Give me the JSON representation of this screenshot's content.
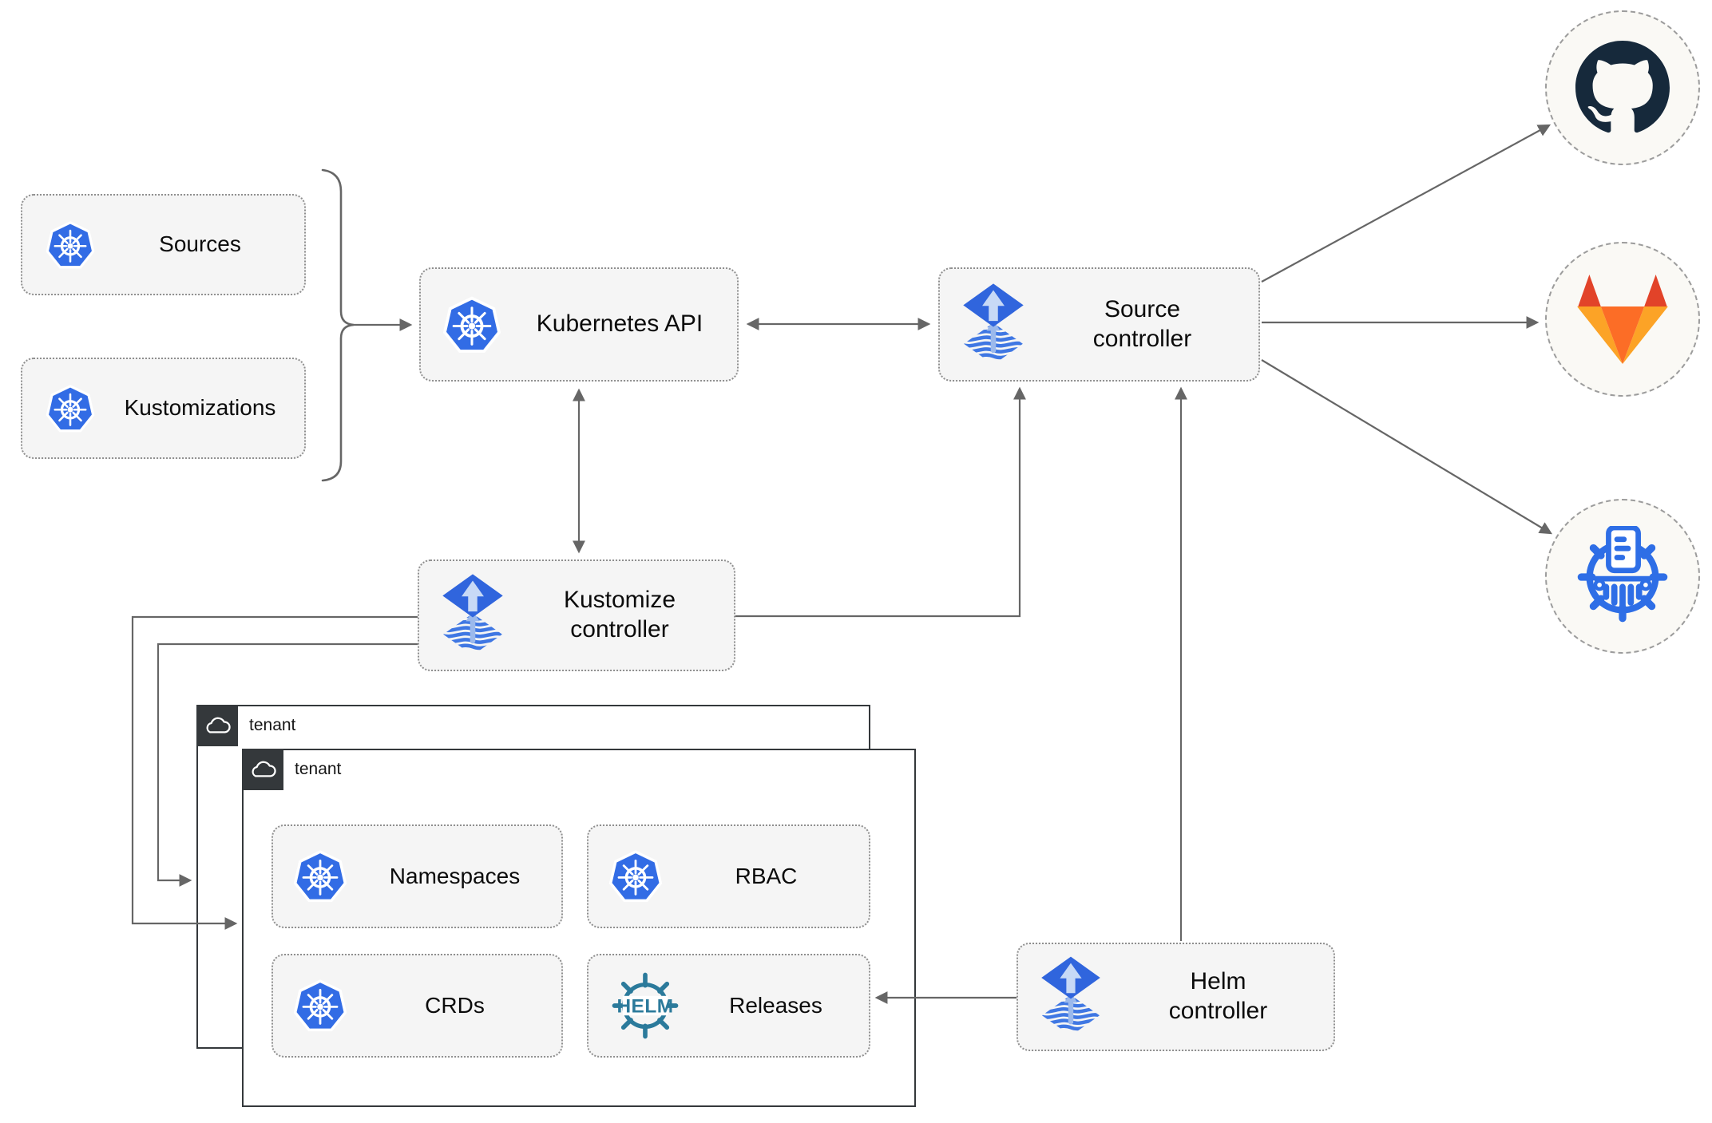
{
  "diagram": {
    "boxes": {
      "sources": {
        "label": "Sources"
      },
      "kustomizations": {
        "label": "Kustomizations"
      },
      "kubernetes_api": {
        "label": "Kubernetes API"
      },
      "source_controller": {
        "label": "Source\ncontroller"
      },
      "kustomize_controller": {
        "label": "Kustomize\ncontroller"
      },
      "helm_controller": {
        "label": "Helm\ncontroller"
      },
      "namespaces": {
        "label": "Namespaces"
      },
      "rbac": {
        "label": "RBAC"
      },
      "crds": {
        "label": "CRDs"
      },
      "releases": {
        "label": "Releases"
      }
    },
    "groups": {
      "tenant_back": {
        "label": "tenant"
      },
      "tenant_front": {
        "label": "tenant"
      }
    },
    "icons": {
      "helm_wordmark": "HELM"
    },
    "colors": {
      "kubernetes_blue": "#326CE5",
      "flux_blue": "#3065dd",
      "flux_light_blue": "#c7d9f6",
      "helm_teal": "#2b7a9b",
      "github_dark": "#16293b",
      "gitlab_red": "#e24329",
      "gitlab_orange": "#fc6d26",
      "gitlab_amber": "#fca326",
      "registry_blue": "#2e6ee6",
      "edge_gray": "#666666",
      "node_fill": "#f5f5f5",
      "tenant_border": "#34383b"
    }
  }
}
